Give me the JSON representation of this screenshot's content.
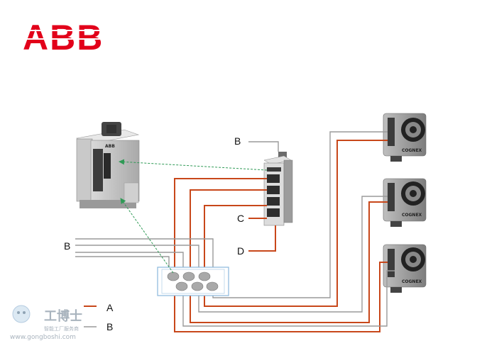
{
  "logo": {
    "text": "ABB",
    "color": "#e2001a"
  },
  "labels": {
    "switch_top": "B",
    "port_c": "C",
    "port_d": "D",
    "cable_bundle": "B",
    "legend_a": "A",
    "legend_b": "B"
  },
  "camera_brand": "COGNEX",
  "watermark": {
    "brand": "工博士",
    "subtitle": "智能工厂服务商",
    "url": "www.gongboshi.com"
  },
  "colors": {
    "ethernet_cable": "#c8471a",
    "io_cable": "#9a9a9a",
    "network_link": "#2f9a56",
    "junction_box": "#8ab8dc"
  }
}
